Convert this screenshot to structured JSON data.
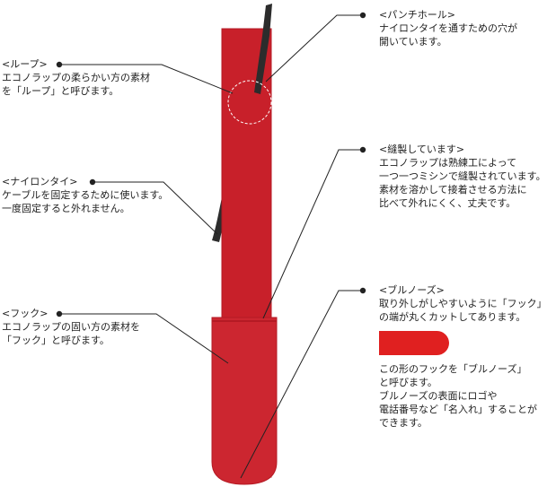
{
  "colors": {
    "strap": "#c8202a",
    "strap_edge": "#b51a24",
    "hook": "#cc2630",
    "tie": "#2c2c2c",
    "leader": "#222222",
    "pill": "#e02020"
  },
  "annotations": {
    "loop": {
      "title": "<ループ>",
      "lines": [
        "エコノラップの柔らかい方の素材",
        "を「ループ」と呼びます。"
      ]
    },
    "nylon_tie": {
      "title": "<ナイロンタイ>",
      "lines": [
        "ケーブルを固定するために使います。",
        "一度固定すると外れません。"
      ]
    },
    "hook": {
      "title": "<フック>",
      "lines": [
        "エコノラップの固い方の素材を",
        "「フック」と呼びます。"
      ]
    },
    "punch_hole": {
      "title": "<パンチホール>",
      "lines": [
        "ナイロンタイを通すための穴が",
        "開いています。"
      ]
    },
    "sewn": {
      "title": "<縫製しています>",
      "lines": [
        "エコノラップは熟練工によって",
        "一つ一つミシンで縫製されています。",
        "素材を溶かして接着させる方法に",
        "比べて外れにくく、丈夫です。"
      ]
    },
    "bullnose": {
      "title": "<ブルノーズ>",
      "lines": [
        "取り外しがしやすいように「フック」",
        "の端が丸くカットしてあります。"
      ]
    },
    "bullnose_note": {
      "lines": [
        "この形のフックを「ブルノーズ」",
        "と呼びます。",
        "ブルノーズの表面にロゴや",
        "電話番号など「名入れ」することが",
        "できます。"
      ]
    }
  }
}
